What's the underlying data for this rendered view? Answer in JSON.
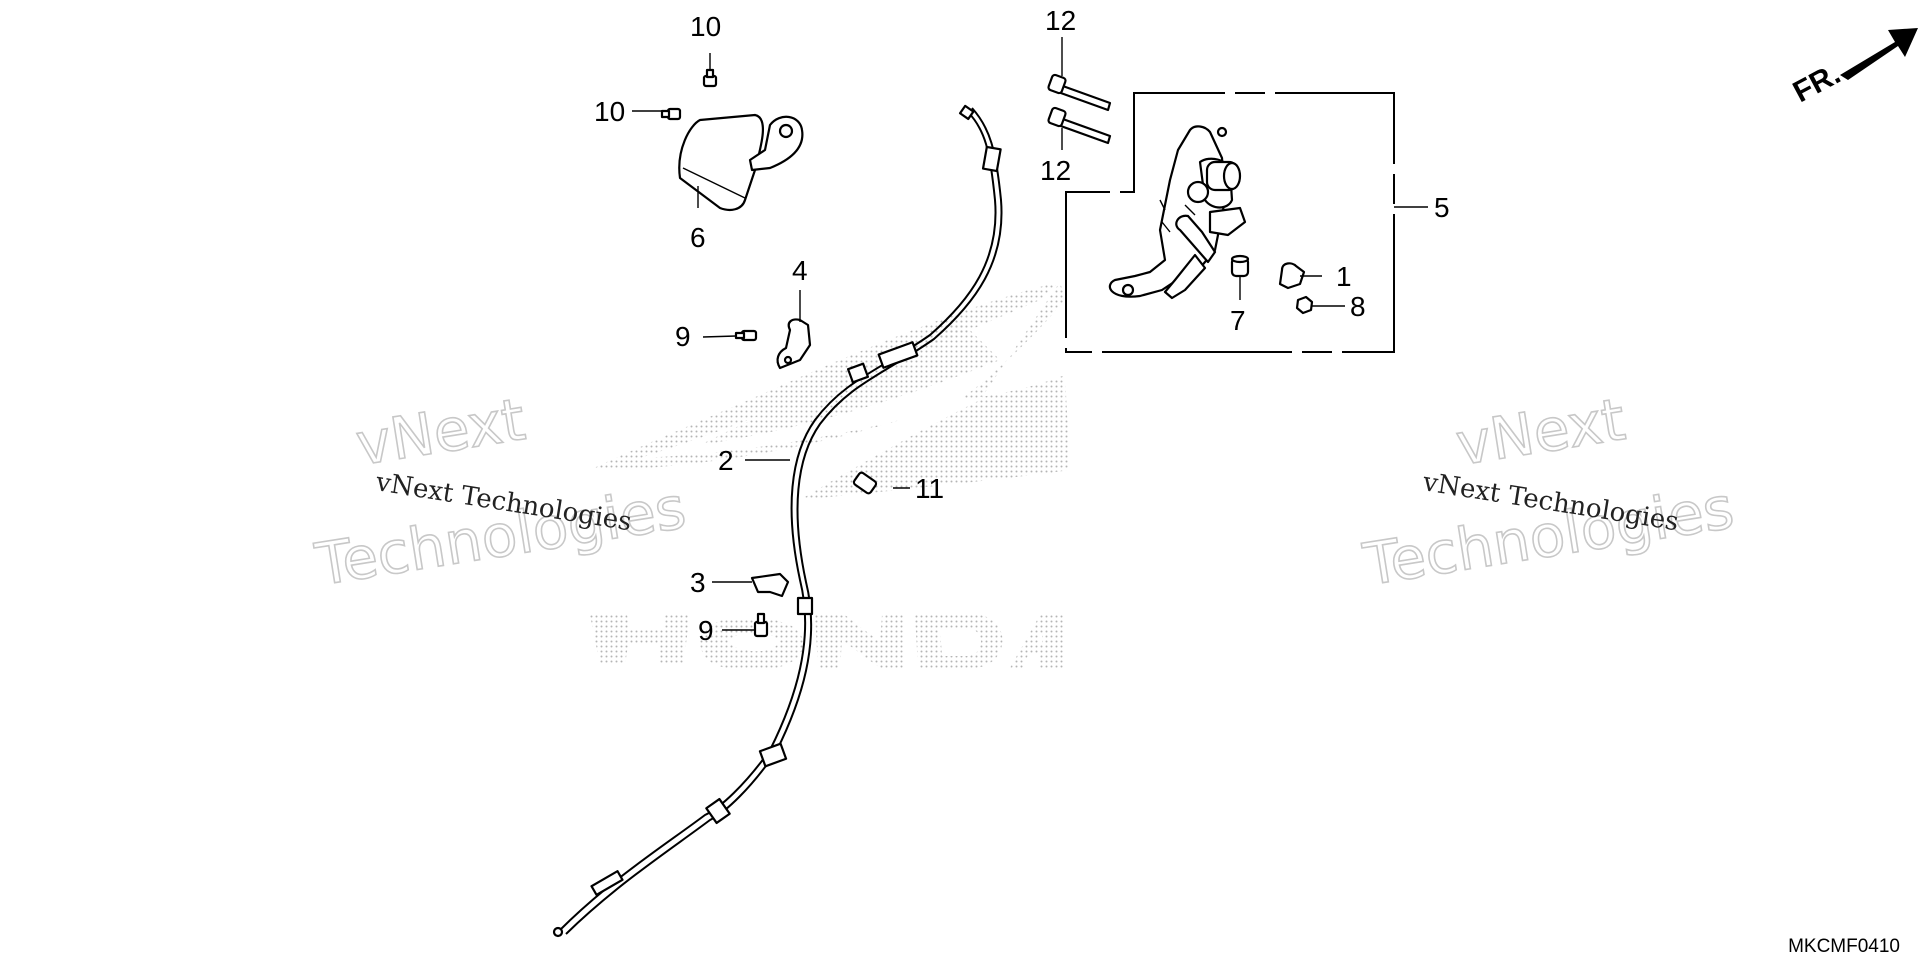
{
  "diagram": {
    "diagram_code": "MKCMF0410",
    "direction_label": "FR.",
    "watermarks": {
      "small_text": "vNext Technologies",
      "big_line1": "vNext",
      "big_line2": "Technologies"
    },
    "callouts": [
      {
        "id": "c1",
        "label": "1"
      },
      {
        "id": "c2",
        "label": "2"
      },
      {
        "id": "c3",
        "label": "3"
      },
      {
        "id": "c4",
        "label": "4"
      },
      {
        "id": "c5",
        "label": "5"
      },
      {
        "id": "c6",
        "label": "6"
      },
      {
        "id": "c7",
        "label": "7"
      },
      {
        "id": "c8",
        "label": "8"
      },
      {
        "id": "c9a",
        "label": "9"
      },
      {
        "id": "c9b",
        "label": "9"
      },
      {
        "id": "c10a",
        "label": "10"
      },
      {
        "id": "c10b",
        "label": "10"
      },
      {
        "id": "c11",
        "label": "11"
      },
      {
        "id": "c12a",
        "label": "12"
      },
      {
        "id": "c12b",
        "label": "12"
      }
    ]
  }
}
